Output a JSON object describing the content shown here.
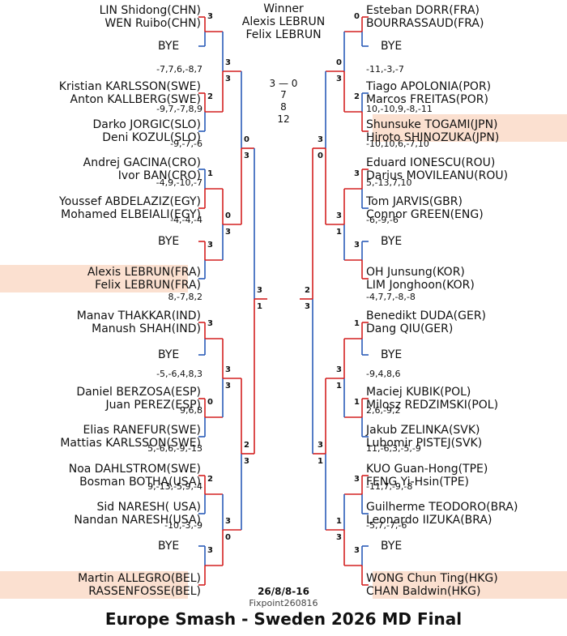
{
  "header": {
    "winner_label": "Winner",
    "winner_names": [
      "Alexis LEBRUN",
      "Felix LEBRUN"
    ]
  },
  "final_stats": [
    "3 — 0",
    "7",
    "8",
    "12"
  ],
  "footer": {
    "date": "26/8/8-16",
    "source": "Fixpoint260816",
    "title": "Europe Smash - Sweden 2026 MD Final"
  },
  "colors": {
    "winner_line": "#d42020",
    "loser_line": "#2a5cb8",
    "highlight": "#fbe0d0"
  },
  "left": {
    "slots": [
      {
        "names": [
          "LIN Shidong(CHN)",
          "WEN Ruibo(CHN)"
        ]
      },
      {
        "bye": "BYE"
      },
      {
        "names": [
          "Kristian KARLSSON(SWE)",
          "Anton KALLBERG(SWE)"
        ]
      },
      {
        "names": [
          "Darko JORGIC(SLO)",
          "Deni KOZUL(SLO)"
        ]
      },
      {
        "names": [
          "Andrej GACINA(CRO)",
          "Ivor BAN(CRO)"
        ]
      },
      {
        "names": [
          "Youssef ABDELAZIZ(EGY)",
          "Mohamed ELBEIALI(EGY)"
        ]
      },
      {
        "bye": "BYE"
      },
      {
        "names": [
          "Alexis LEBRUN(FRA)",
          "Felix LEBRUN(FRA)"
        ]
      },
      {
        "names": [
          "Manav THAKKAR(IND)",
          "Manush SHAH(IND)"
        ]
      },
      {
        "bye": "BYE"
      },
      {
        "names": [
          "Daniel BERZOSA(ESP)",
          "Juan PEREZ(ESP)"
        ]
      },
      {
        "names": [
          "Elias RANEFUR(SWE)",
          "Mattias KARLSSON(SWE)"
        ]
      },
      {
        "names": [
          "Noa DAHLSTROM(SWE)",
          "Bosman BOTHA(USA)"
        ]
      },
      {
        "names": [
          "Sid NARESH( USA)",
          "Nandan NARESH(USA)"
        ]
      },
      {
        "bye": "BYE"
      },
      {
        "names": [
          "Martin ALLEGRO(BEL)",
          "RASSENFOSSE(BEL)"
        ]
      }
    ],
    "scores": [
      "-7,7,6,-8,7",
      "-9,7,-7,8,9",
      "-9,-7,-6",
      "-4,9,-10,-7",
      "-4,-4,-4",
      "8,-7,8,2",
      "-5,-6,4,8,3",
      "9,6,8",
      "5,-6,6,-9,-13",
      "9,-13,-5,9,-4",
      "-10,-3,-9"
    ],
    "games": {
      "r1": [
        "3",
        "2",
        "1",
        "3",
        "3",
        "0",
        "2",
        "3"
      ],
      "r2": [
        "3",
        "3",
        "0",
        "3",
        "3",
        "3",
        "3",
        "0"
      ],
      "r3": [
        "0",
        "3",
        "2",
        "3"
      ],
      "sf": [
        "3",
        "1"
      ]
    }
  },
  "right": {
    "slots": [
      {
        "names": [
          "Esteban DORR(FRA)",
          "BOURRASSAUD(FRA)"
        ]
      },
      {
        "bye": "BYE"
      },
      {
        "names": [
          "Tiago APOLONIA(POR)",
          "Marcos FREITAS(POR)"
        ]
      },
      {
        "names": [
          "Shunsuke TOGAMI(JPN)",
          "Hiroto SHINOZUKA(JPN)"
        ]
      },
      {
        "names": [
          "Eduard IONESCU(ROU)",
          "Darius MOVILEANU(ROU)"
        ]
      },
      {
        "names": [
          "Tom JARVIS(GBR)",
          "Connor GREEN(ENG)"
        ]
      },
      {
        "bye": "BYE"
      },
      {
        "names": [
          "OH Junsung(KOR)",
          "LIM Jonghoon(KOR)"
        ]
      },
      {
        "names": [
          "Benedikt DUDA(GER)",
          "Dang QIU(GER)"
        ]
      },
      {
        "bye": "BYE"
      },
      {
        "names": [
          "Maciej KUBIK(POL)",
          "Milosz REDZIMSKI(POL)"
        ]
      },
      {
        "names": [
          "Jakub ZELINKA(SVK)",
          "Lubomir PISTEJ(SVK)"
        ]
      },
      {
        "names": [
          "KUO Guan-Hong(TPE)",
          "FENG Yi-Hsin(TPE)"
        ]
      },
      {
        "names": [
          "Guilherme TEODORO(BRA)",
          "Leonardo IIZUKA(BRA)"
        ]
      },
      {
        "bye": "BYE"
      },
      {
        "names": [
          "WONG Chun Ting(HKG)",
          "CHAN Baldwin(HKG)"
        ]
      }
    ],
    "scores": [
      "-11,-3,-7",
      "10,-10,9,-8,-11",
      "-10,10,6,-7,10",
      "5,-13,7,10",
      "-6,-9,-6",
      "-4,7,7,-8,-8",
      "-9,4,8,6",
      "2,6,-9,2",
      "11,-6,3,-5,-9",
      "-11,7,-9,-8",
      "-5,7,-7,-6"
    ],
    "games": {
      "r1": [
        "0",
        "2",
        "3",
        "3",
        "1",
        "1",
        "3",
        "3"
      ],
      "r2": [
        "0",
        "3",
        "3",
        "1",
        "3",
        "1",
        "1",
        "3"
      ],
      "r3": [
        "3",
        "0",
        "3",
        "1"
      ],
      "sf": [
        "2",
        "3"
      ]
    }
  }
}
